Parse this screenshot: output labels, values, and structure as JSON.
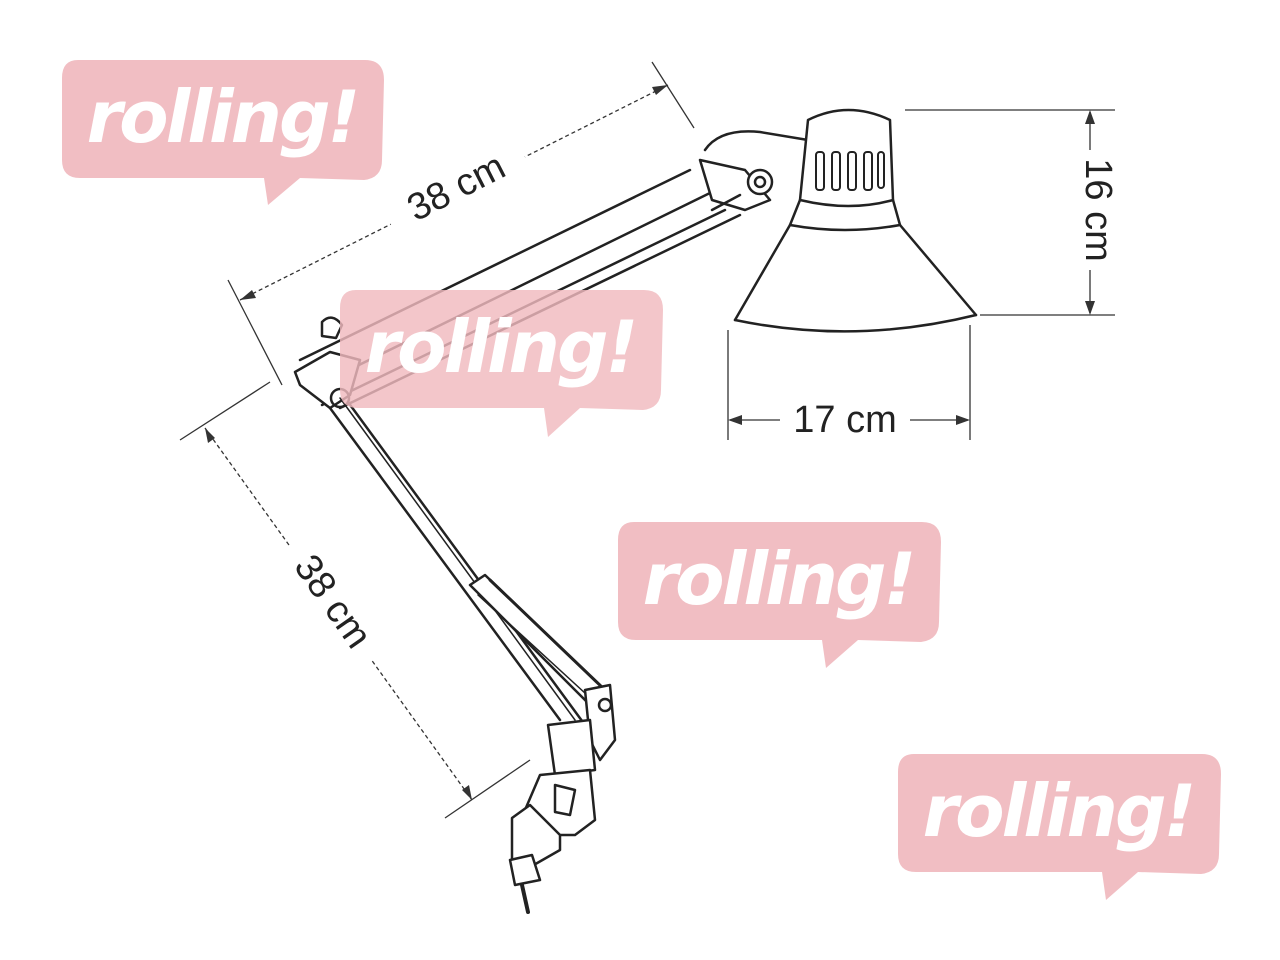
{
  "dimensions": {
    "upper_arm": "38 cm",
    "lower_arm": "38 cm",
    "shade_height": "16 cm",
    "shade_width": "17 cm"
  },
  "watermarks": [
    "rolling!",
    "rolling!",
    "rolling!",
    "rolling!"
  ],
  "colors": {
    "line": "#222222",
    "watermark_fill": "#f0b9be"
  }
}
